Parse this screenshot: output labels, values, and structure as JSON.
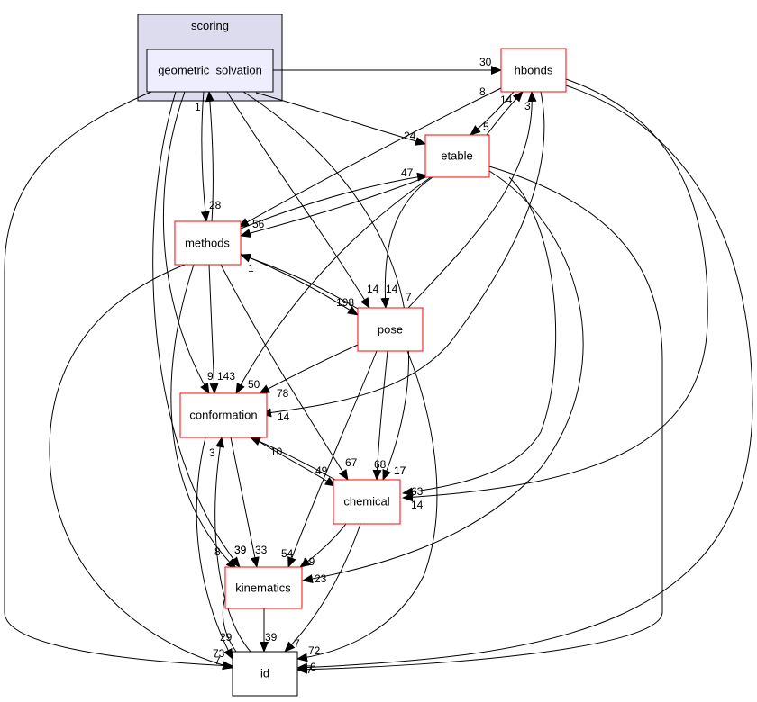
{
  "cluster": {
    "label": "scoring"
  },
  "nodes": {
    "geometric_solvation": "geometric_solvation",
    "hbonds": "hbonds",
    "etable": "etable",
    "methods": "methods",
    "pose": "pose",
    "conformation": "conformation",
    "chemical": "chemical",
    "kinematics": "kinematics",
    "id": "id"
  },
  "edge_labels": {
    "gs_hbonds": "30",
    "gs_etable": "24",
    "gs_methods": "28",
    "gs_methods_back": "1",
    "gs_pose": "14",
    "gs_conformation": "9",
    "gs_chemical": "17",
    "gs_kinematics": "39",
    "gs_id": "73",
    "hbonds_etable": "5",
    "hbonds_methods": "8",
    "hbonds_pose": "7",
    "hbonds_conformation": "14",
    "hbonds_chemical": "63",
    "hbonds_id": "6",
    "etable_hbonds": "14",
    "etable_methods": "56",
    "etable_pose": "14",
    "etable_conformation": "50",
    "etable_chemical": "17",
    "etable_kinematics": "23",
    "etable_id": "7",
    "methods_etable": "47",
    "methods_pose": "198",
    "methods_conformation": "143",
    "methods_chemical": "67",
    "methods_kinematics": "39",
    "methods_id": "7",
    "pose_methods": "1",
    "pose_hbonds": "3",
    "pose_conformation": "78",
    "pose_chemical": "68",
    "pose_kinematics": "54",
    "pose_id": "72",
    "conformation_chemical": "49",
    "conformation_kinematics": "33",
    "conformation_id": "29",
    "chemical_conformation": "10",
    "chemical_kinematics": "19",
    "chemical_id": "7",
    "chemical_hbonds_back": "14",
    "kinematics_id": "39",
    "id_conformation": "3",
    "id_kinematics": "8"
  }
}
